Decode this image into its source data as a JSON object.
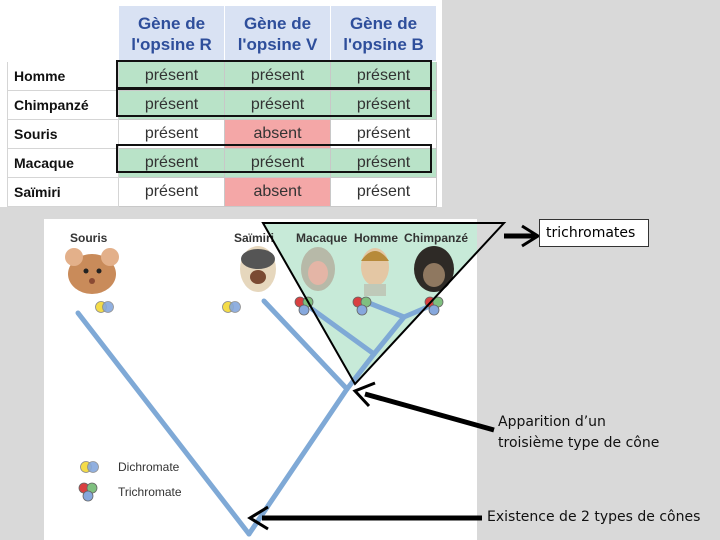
{
  "table": {
    "headers": [
      "Gène de l'opsine R",
      "Gène de l'opsine V",
      "Gène de l'opsine B"
    ],
    "rows": [
      {
        "species": "Homme",
        "r": "présent",
        "v": "présent",
        "b": "présent"
      },
      {
        "species": "Chimpanzé",
        "r": "présent",
        "v": "présent",
        "b": "présent"
      },
      {
        "species": "Souris",
        "r": "présent",
        "v": "absent",
        "b": "présent"
      },
      {
        "species": "Macaque",
        "r": "présent",
        "v": "présent",
        "b": "présent"
      },
      {
        "species": "Saïmiri",
        "r": "présent",
        "v": "absent",
        "b": "présent"
      }
    ]
  },
  "tree": {
    "species_labels": [
      "Souris",
      "Saïmiri",
      "Macaque",
      "Homme",
      "Chimpanzé"
    ],
    "legend": {
      "dichromate": "Dichromate",
      "trichromate": "Trichromate"
    }
  },
  "annotations": {
    "trichromates": "trichromates",
    "third_cone_line1": "Apparition d’un",
    "third_cone_line2": "troisième type de cône",
    "two_cones": "Existence de 2 types de cônes"
  },
  "colors": {
    "header_bg": "#d9e2f3",
    "header_text": "#2e4e9b",
    "present_highlight": "#b9e3c8",
    "absent_highlight": "#f4a7a7",
    "branch": "#7fa9d6",
    "triangle_fill": "#c7ead8"
  }
}
